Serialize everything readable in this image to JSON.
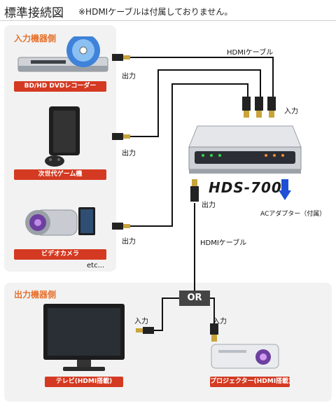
{
  "header": {
    "title": "標準接続図",
    "note": "※HDMIケーブルは付属しておりません。"
  },
  "input_section": {
    "title": "入力機器側",
    "devices": [
      {
        "label": "BD/HD DVDレコーダー",
        "port_label": "出力"
      },
      {
        "label": "次世代ゲーム機",
        "port_label": "出力"
      },
      {
        "label": "ビデオカメラ",
        "port_label": "出力"
      }
    ],
    "etc": "etc..."
  },
  "switcher": {
    "model": "HDS-700",
    "input_label": "入力",
    "output_label": "出力",
    "cable_top": "HDMIケーブル",
    "cable_bottom": "HDMIケーブル",
    "ac_adapter": "ACアダプター（付属）"
  },
  "or_label": "OR",
  "output_section": {
    "title": "出力機器側",
    "devices": [
      {
        "label": "テレビ(HDMI搭載)",
        "port_label": "入力"
      },
      {
        "label": "プロジェクター(HDMI搭載)",
        "port_label": "入力"
      }
    ]
  }
}
